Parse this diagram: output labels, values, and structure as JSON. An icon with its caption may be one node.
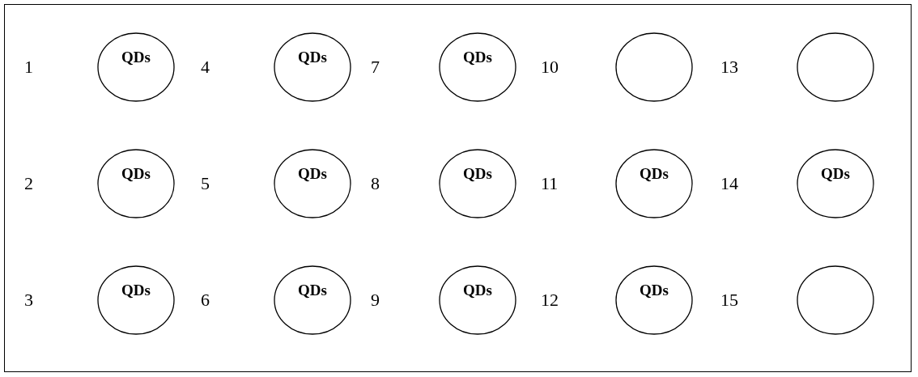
{
  "diagram": {
    "nodes": [
      {
        "text": [
          "QDs"
        ]
      },
      {
        "text": [
          "QDs"
        ]
      },
      {
        "text": [
          "QDs"
        ]
      },
      {
        "text": [],
        "shape": "ellipse"
      },
      {
        "text": [],
        "shape": "ellipse"
      },
      {
        "text": [
          "QDs"
        ]
      },
      {
        "text": [
          "QDs"
        ]
      },
      {
        "text": [
          "QDs"
        ]
      },
      {
        "text": [
          "QDs"
        ]
      },
      {
        "text": [
          "QDs"
        ]
      },
      {
        "text": [
          "QDs"
        ]
      },
      {
        "text": [
          "QDs"
        ]
      },
      {
        "text": [
          "QDs"
        ]
      },
      {
        "text": [
          "QDs"
        ]
      },
      {
        "text": [],
        "shape": "ellipse"
      }
    ],
    "labels": [
      "1",
      "4",
      "7",
      "10",
      "13",
      "2",
      "5",
      "8",
      "11",
      "14",
      "3",
      "6",
      "9",
      "12",
      "15"
    ]
  }
}
